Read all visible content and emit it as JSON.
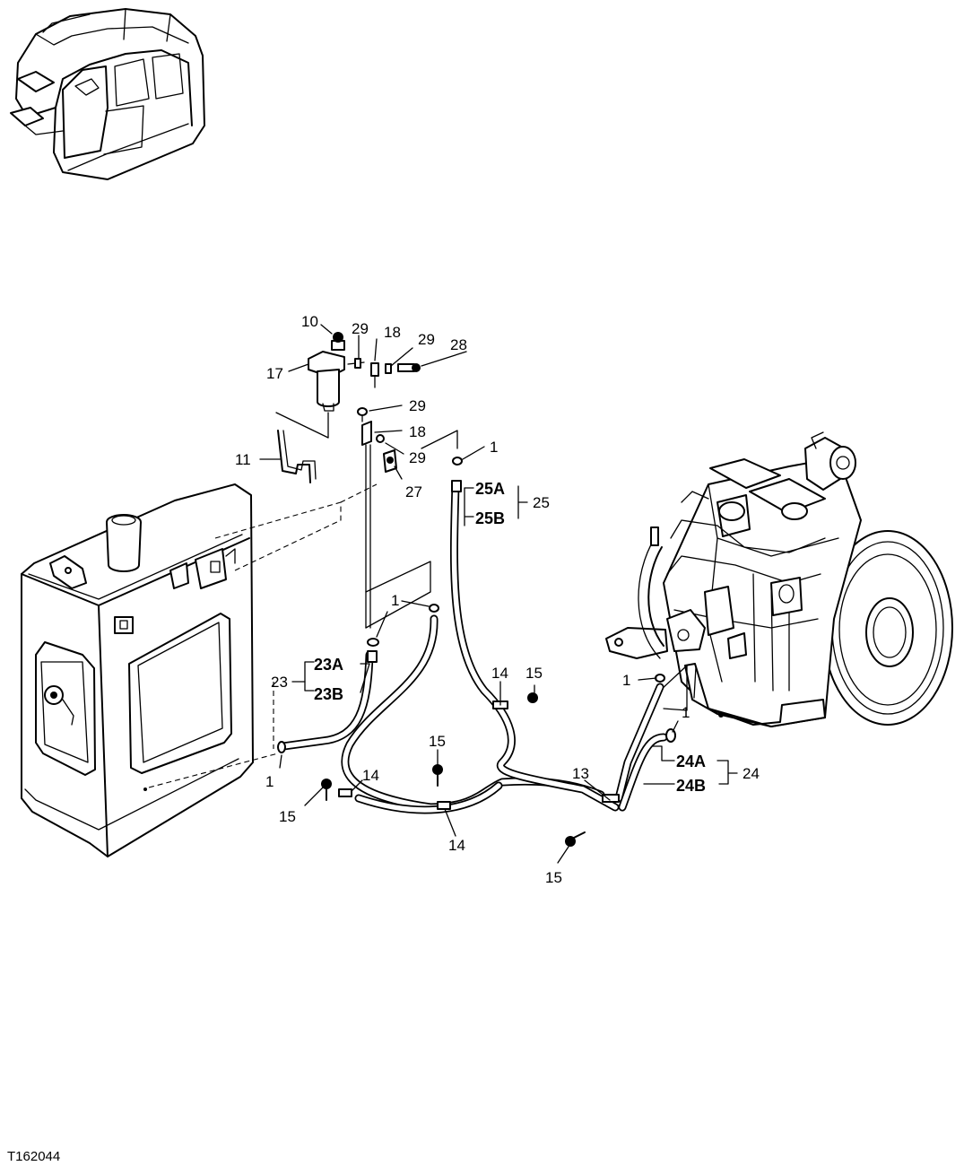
{
  "figure_id": "T162044",
  "callouts": {
    "c10": "10",
    "c29a": "29",
    "c18a": "18",
    "c29b": "29",
    "c28": "28",
    "c17": "17",
    "c29c": "29",
    "c18b": "18",
    "c29d": "29",
    "c27": "27",
    "c11": "11",
    "c1a": "1",
    "c25a": "25A",
    "c25b": "25B",
    "c25": "25",
    "c1b": "1",
    "c23a": "23A",
    "c23b": "23B",
    "c23": "23",
    "c14a": "14",
    "c15a": "15",
    "c1c": "1",
    "c1d": "1",
    "c15b": "15",
    "c14b": "14",
    "c15c": "15",
    "c14c": "14",
    "c13": "13",
    "c24a": "24A",
    "c24b": "24B",
    "c24": "24",
    "c1e": "1",
    "c15d": "15"
  }
}
